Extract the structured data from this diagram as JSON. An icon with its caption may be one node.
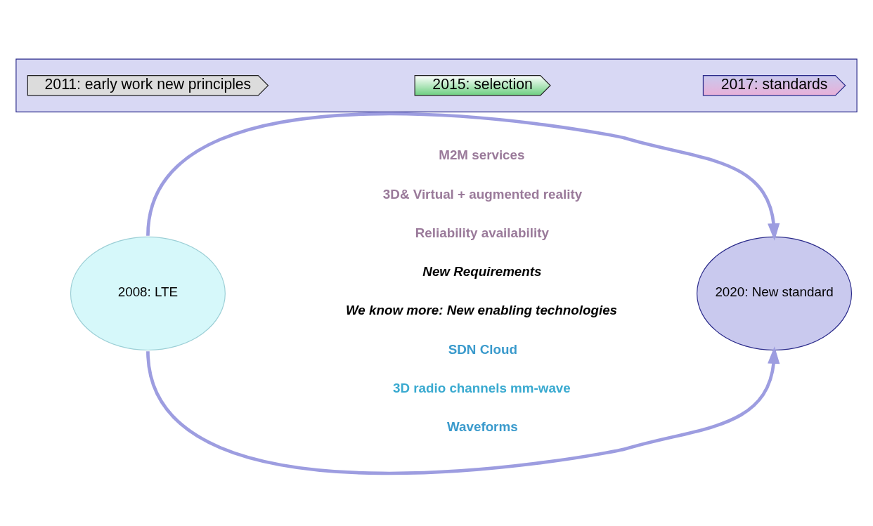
{
  "diagram": {
    "nodes": [
      {
        "text": [
          "2008: LTE"
        ]
      },
      {
        "text": [
          "2020: New standard"
        ]
      },
      {
        "text": [],
        "shape": "bar"
      },
      {
        "text": [
          "2011: early work new principles"
        ],
        "in": 2
      },
      {
        "text": [
          "2015: selection"
        ],
        "in": 2
      },
      {
        "text": [
          "2017: standards"
        ],
        "in": 2
      }
    ],
    "edges": [
      {
        "from": 0,
        "to": 1,
        "arrow": "to"
      },
      {
        "from": 0,
        "to": 1,
        "arrow": "to"
      }
    ],
    "labels": [
      "M2M services",
      "3D& Virtual + augmented reality",
      "Reliability availability",
      "New Requirements",
      "We know more: New enabling technologies",
      "SDN Cloud",
      "3D radio channels mm-wave",
      "Waveforms"
    ]
  }
}
